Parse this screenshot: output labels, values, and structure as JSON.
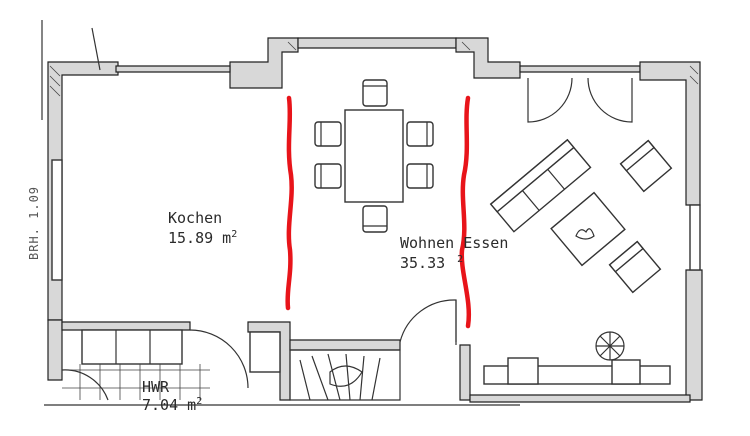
{
  "plan": {
    "rooms": [
      {
        "name": "Kochen",
        "area": "15.89 m",
        "sup": "2"
      },
      {
        "name": "Wohnen Essen",
        "area": "35.33",
        "sup": "2"
      },
      {
        "name": "HWR",
        "area": "7.04 m",
        "sup": "2"
      }
    ],
    "side_label": "BRH. 1.09",
    "colors": {
      "wall_line": "#222222",
      "wall_fill": "#d8d8d8",
      "markup": "#e8141a"
    }
  }
}
